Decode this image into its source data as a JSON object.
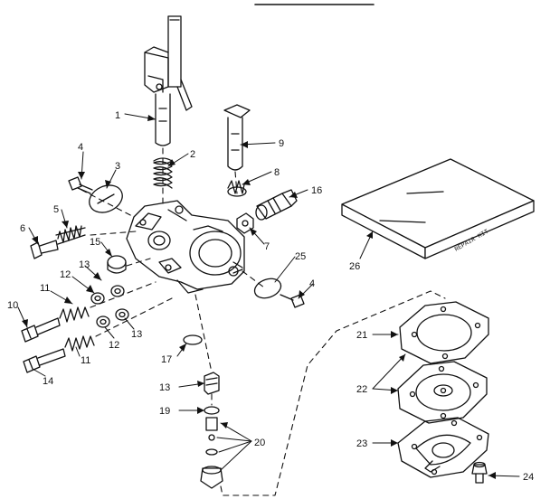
{
  "diagram": {
    "kit_box_text": "REPAIR KIT",
    "callouts": {
      "c1": "1",
      "c2": "2",
      "c3": "3",
      "c4a": "4",
      "c4b": "4",
      "c5": "5",
      "c6": "6",
      "c7": "7",
      "c8": "8",
      "c9": "9",
      "c10": "10",
      "c11a": "11",
      "c11b": "11",
      "c12a": "12",
      "c12b": "12",
      "c13a": "13",
      "c13b": "13",
      "c13c": "13",
      "c14": "14",
      "c15": "15",
      "c16": "16",
      "c17": "17",
      "c19": "19",
      "c20": "20",
      "c21": "21",
      "c22": "22",
      "c23": "23",
      "c24": "24",
      "c25": "25",
      "c26": "26"
    }
  }
}
